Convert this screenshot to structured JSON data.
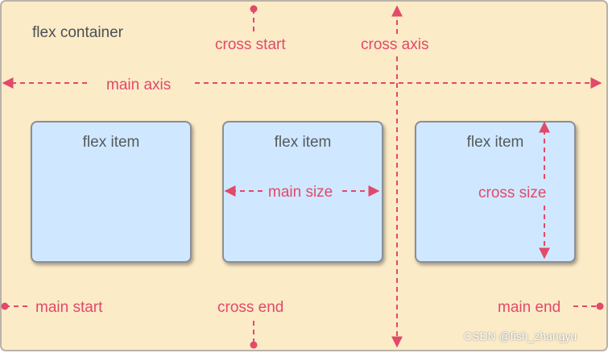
{
  "container": {
    "label": "flex container"
  },
  "items": [
    {
      "label": "flex item"
    },
    {
      "label": "flex item"
    },
    {
      "label": "flex item"
    }
  ],
  "labels": {
    "cross_start": "cross start",
    "cross_axis": "cross axis",
    "main_axis": "main axis",
    "main_size": "main size",
    "cross_size": "cross size",
    "main_start": "main start",
    "cross_end": "cross end",
    "main_end": "main end"
  },
  "watermark": "CSDN @fish_zhangyu",
  "colors": {
    "container_fill": "#fbebc7",
    "item_fill": "#cfe8ff",
    "accent": "#e2496a",
    "dark_text": "#4b4f55"
  }
}
